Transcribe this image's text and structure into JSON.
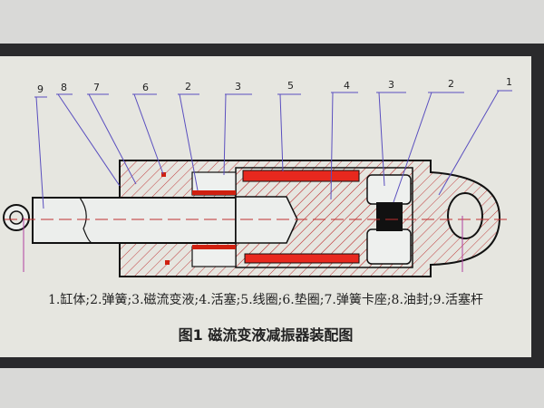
{
  "figure": {
    "part_labels": [
      "9",
      "8",
      "7",
      "6",
      "2",
      "3",
      "5",
      "4",
      "3",
      "2",
      "1"
    ],
    "legend": "1.缸体;2.弹簧;3.磁流变液;4.活塞;5.线圈;6.垫圈;7.弹簧卡座;8.油封;9.活塞杆",
    "caption": "图1  磁流变液减振器装配图",
    "colors": {
      "coil": "#e8281e",
      "hatch": "#c04040",
      "outline": "#111111",
      "leader": "#5a4fbf"
    }
  }
}
